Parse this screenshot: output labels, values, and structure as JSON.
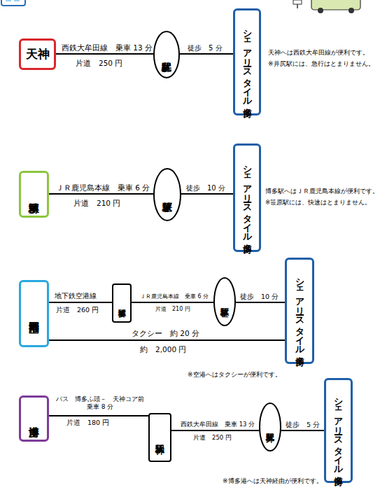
{
  "diagram": {
    "nodes": [
      {
        "text": [
          "天神"
        ]
      },
      {
        "text": [
          "井尻駅"
        ]
      },
      {
        "text": [
          "シェアリースタイル博多"
        ]
      },
      {
        "text": [
          "博多駅"
        ]
      },
      {
        "text": [
          "笹原駅"
        ]
      },
      {
        "text": [
          "シェアリースタイル博多"
        ]
      },
      {
        "text": [
          "福岡空港"
        ]
      },
      {
        "text": [
          "博多駅"
        ]
      },
      {
        "text": [
          "笹原駅"
        ]
      },
      {
        "text": [
          "シェアリースタイル博多"
        ]
      },
      {
        "text": [
          "博多港"
        ]
      },
      {
        "text": [
          "天神駅"
        ]
      },
      {
        "text": [
          "井尻駅"
        ]
      },
      {
        "text": [
          "シェアリースタイル博多"
        ]
      }
    ],
    "edges": [
      {
        "from": 0,
        "to": 1,
        "arrow": "none",
        "label": "西鉄大牟田線　乗車 13 分"
      },
      {
        "from": 1,
        "to": 2,
        "arrow": "none",
        "label": "徒歩　5 分"
      },
      {
        "from": 3,
        "to": 4,
        "arrow": "none",
        "label": "ＪＲ鹿児島本線　乗車 6 分"
      },
      {
        "from": 4,
        "to": 5,
        "arrow": "none",
        "label": "徒歩　10 分"
      },
      {
        "from": 6,
        "to": 7,
        "arrow": "none",
        "label": "地下鉄空港線"
      },
      {
        "from": 7,
        "to": 8,
        "arrow": "none",
        "label": "ＪＲ鹿児島本線　乗車 6 分"
      },
      {
        "from": 8,
        "to": 9,
        "arrow": "none",
        "label": "徒歩　10 分"
      },
      {
        "from": 6,
        "to": 9,
        "arrow": "none",
        "label": "タクシー　約 20 分"
      },
      {
        "from": 10,
        "to": 11,
        "arrow": "none",
        "label": "バス　博多ふ頭－　天神コア前 乗車 8 分"
      },
      {
        "from": 11,
        "to": 12,
        "arrow": "none",
        "label": "西鉄大牟田線　乗車 13 分"
      },
      {
        "from": 12,
        "to": 13,
        "arrow": "none",
        "label": "徒歩　5 分"
      }
    ],
    "labels": [
      "片道　250 円",
      "天神へは西鉄大牟田線が便利です。",
      "※井尻駅には、急行はとまりません。",
      "片道　210 円",
      "博多駅へはＪＲ鹿児島本線が便利です。",
      "※笹原駅には、快速はとまりません。",
      "片道　260 円",
      "片道　210 円",
      "約　2,000 円",
      "※空港へはタクシーが便利です。",
      "片道　180 円",
      "片道　250 円",
      "※博多港へは天神経由が便利です。"
    ]
  }
}
